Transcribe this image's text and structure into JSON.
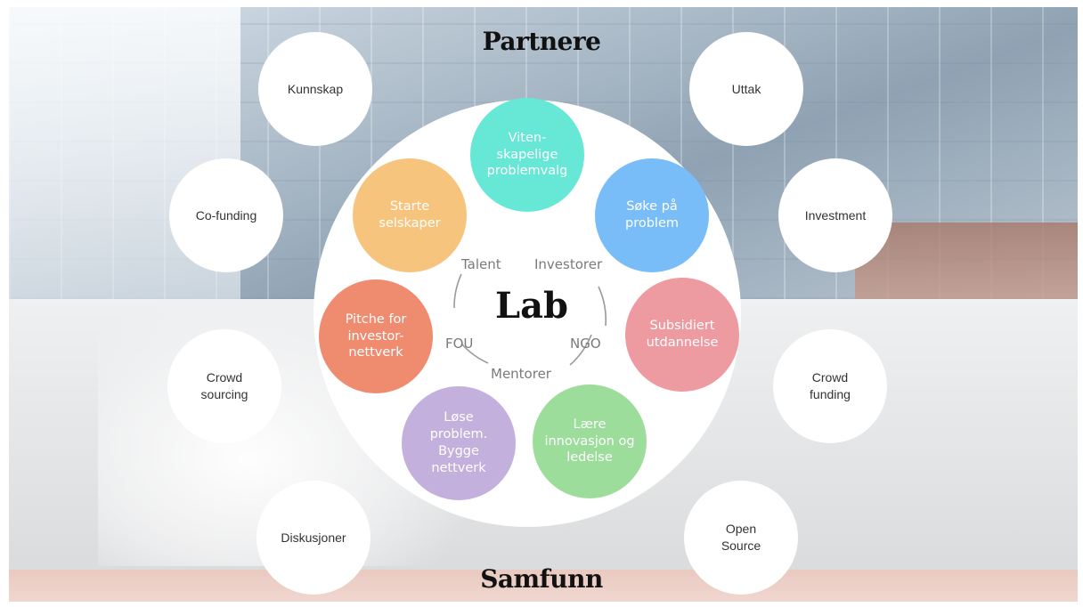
{
  "headings": {
    "top": "Partnere",
    "bottom": "Samfunn"
  },
  "center": {
    "title": "Lab",
    "ring_labels": [
      "Talent",
      "Investorer",
      "NGO",
      "Mentorer",
      "FOU"
    ]
  },
  "outer_nodes": [
    "Kunnskap",
    "Co-funding",
    "Crowd\nsourcing",
    "Diskusjoner",
    "Uttak",
    "Investment",
    "Crowd\nfunding",
    "Open\nSource"
  ],
  "petals": [
    {
      "label": "Viten-\nskapelige\nproblemvalg",
      "color": "#67e8d6"
    },
    {
      "label": "Søke på\nproblem",
      "color": "#78bdf7"
    },
    {
      "label": "Subsidiert\nutdannelse",
      "color": "#ee9aa1"
    },
    {
      "label": "Lære\ninnovasjon og\nledelse",
      "color": "#9ddd9c"
    },
    {
      "label": "Løse\nproblem.\nBygge\nnettverk",
      "color": "#c3b0dc"
    },
    {
      "label": "Pitche for\ninvestor-\nnettverk",
      "color": "#ef8c70"
    },
    {
      "label": "Starte\nselskaper",
      "color": "#f6c47c"
    }
  ]
}
